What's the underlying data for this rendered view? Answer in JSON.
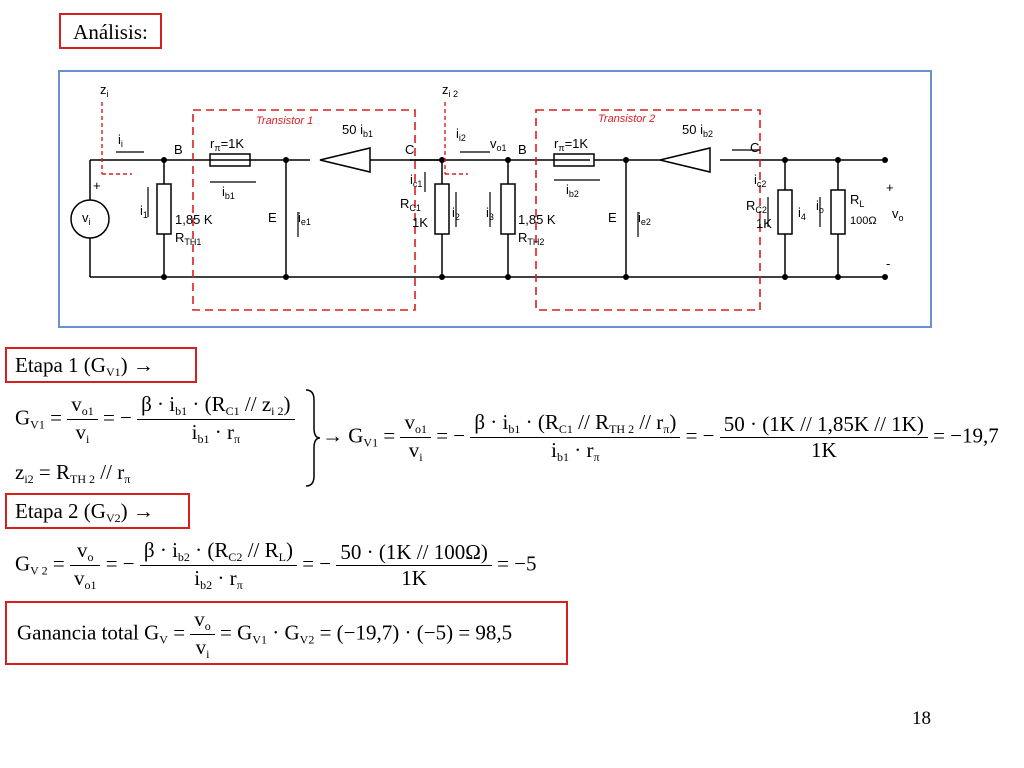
{
  "title": "Análisis:",
  "page_number": "18",
  "circuit": {
    "labels": {
      "zi": "z",
      "zi_sub": "i",
      "zi2": "z",
      "zi2_sub": "i 2",
      "ii": "i",
      "ii_sub": "i",
      "plus_in": "+",
      "vi": "v",
      "vi_sub": "i",
      "i1": "i",
      "i1_sub": "1",
      "rth1_val": "1,85  K",
      "rth1": "R",
      "rth1_sub": "TH1",
      "B1": "B",
      "rpi1": "r",
      "rpi1_val": "=1K",
      "ib1": "i",
      "ib1_sub": "b1",
      "transistor1": "Transistor 1",
      "gain1": "50 i",
      "gain1_sub": "b1",
      "C1": "C",
      "E1": "E",
      "ie1": "i",
      "ie1_sub": "e1",
      "ic1": "i",
      "ic1_sub": "c1",
      "rc1": "R",
      "rc1_sub": "C1",
      "rc1_val": "1K",
      "ii2": "i",
      "ii2_sub": "i2",
      "i2": "i",
      "i2_sub": "2",
      "vo1": "v",
      "vo1_sub": "o1",
      "B2": "B",
      "i3": "i",
      "i3_sub": "3",
      "rth2_val": "1,85  K",
      "rth2": "R",
      "rth2_sub": "TH2",
      "rpi2": "r",
      "rpi2_val": "=1K",
      "ib2": "i",
      "ib2_sub": "b2",
      "transistor2": "Transistor 2",
      "gain2": "50 i",
      "gain2_sub": "b2",
      "C2": "C",
      "E2": "E",
      "ie2": "i",
      "ie2_sub": "e2",
      "ic2": "i",
      "ic2_sub": "c2",
      "rc2": "R",
      "rc2_sub": "C2",
      "rc2_val": "1K",
      "i4": "i",
      "i4_sub": "4",
      "io": "i",
      "io_sub": "o",
      "rl": "R",
      "rl_sub": "L",
      "rl_val": "100Ω",
      "plus_out": "+",
      "vo": "v",
      "vo_sub": "o",
      "minus_out": "-",
      "pi": "π"
    }
  },
  "stage1": {
    "label": "Etapa 1  (G",
    "label_sub": "V1",
    "label_end": ")  →",
    "eq1_lhs": "G",
    "eq1_lhs_sub": "V1",
    "eq1_frac1_num": "v",
    "eq1_frac1_num_sub": "o1",
    "eq1_frac1_den": "v",
    "eq1_frac1_den_sub": "i",
    "eq1_frac2_num": "β · i",
    "eq1_frac2_num_sub": "b1",
    "eq1_frac2_num_rest": " · (R",
    "eq1_frac2_num_sub2": "C1",
    "eq1_frac2_num_rest2": " // z",
    "eq1_frac2_num_sub3": "i 2",
    "eq1_frac2_num_end": ")",
    "eq1_frac2_den": "i",
    "eq1_frac2_den_sub": "b1",
    "eq1_frac2_den_rest": " · r",
    "eq1_frac2_den_sub2": "π",
    "eq2": "z",
    "eq2_sub": "i2",
    "eq2_rest": "  =  R",
    "eq2_sub2": "TH 2",
    "eq2_end": "  // r",
    "eq2_sub3": "π",
    "res_lhs": "→ G",
    "res_lhs_sub": "V1",
    "res_frac1_num": "v",
    "res_frac1_num_sub": "o1",
    "res_frac1_den": "v",
    "res_frac1_den_sub": "i",
    "res_frac2_num": "β · i",
    "res_frac2_num_sub": "b1",
    "res_frac2_num_rest": " · (R",
    "res_frac2_num_sub2": "C1",
    "res_frac2_num_rest2": " // R",
    "res_frac2_num_sub3": "TH 2",
    "res_frac2_num_rest3": " // r",
    "res_frac2_num_sub4": "π",
    "res_frac2_num_end": ")",
    "res_frac2_den": "i",
    "res_frac2_den_sub": "b1",
    "res_frac2_den_rest": " · r",
    "res_frac2_den_sub2": "π",
    "res_frac3_num": "50 · (1K // 1,85K // 1K)",
    "res_frac3_den": "1K",
    "res_value": "=  −19,7"
  },
  "stage2": {
    "label": "Etapa 2  (G",
    "label_sub": "V2",
    "label_end": ")  →",
    "lhs": "G",
    "lhs_sub": "V 2",
    "frac1_num": "v",
    "frac1_num_sub": "o",
    "frac1_den": "v",
    "frac1_den_sub": "o1",
    "frac2_num": "β · i",
    "frac2_num_sub": "b2",
    "frac2_num_rest": " · (R",
    "frac2_num_sub2": "C2",
    "frac2_num_rest2": " // R",
    "frac2_num_sub3": "L",
    "frac2_num_end": ")",
    "frac2_den": "i",
    "frac2_den_sub": "b2",
    "frac2_den_rest": " · r",
    "frac2_den_sub2": "π",
    "frac3_num": "50 · (1K // 100Ω)",
    "frac3_den": "1K",
    "value": "=  −5"
  },
  "total": {
    "label": "Ganancia  total G",
    "label_sub": "V",
    "frac_num": "v",
    "frac_num_sub": "o",
    "frac_den": "v",
    "frac_den_sub": "i",
    "rest1": "=  G",
    "rest1_sub": "V1",
    "rest2": " · G",
    "rest2_sub": "V2",
    "rest3": "  =  (−19,7) · (−5)  =  98,5"
  },
  "colors": {
    "accent_red": "#d62020",
    "circuit_border": "#6b8fd6",
    "wire": "#000000"
  }
}
